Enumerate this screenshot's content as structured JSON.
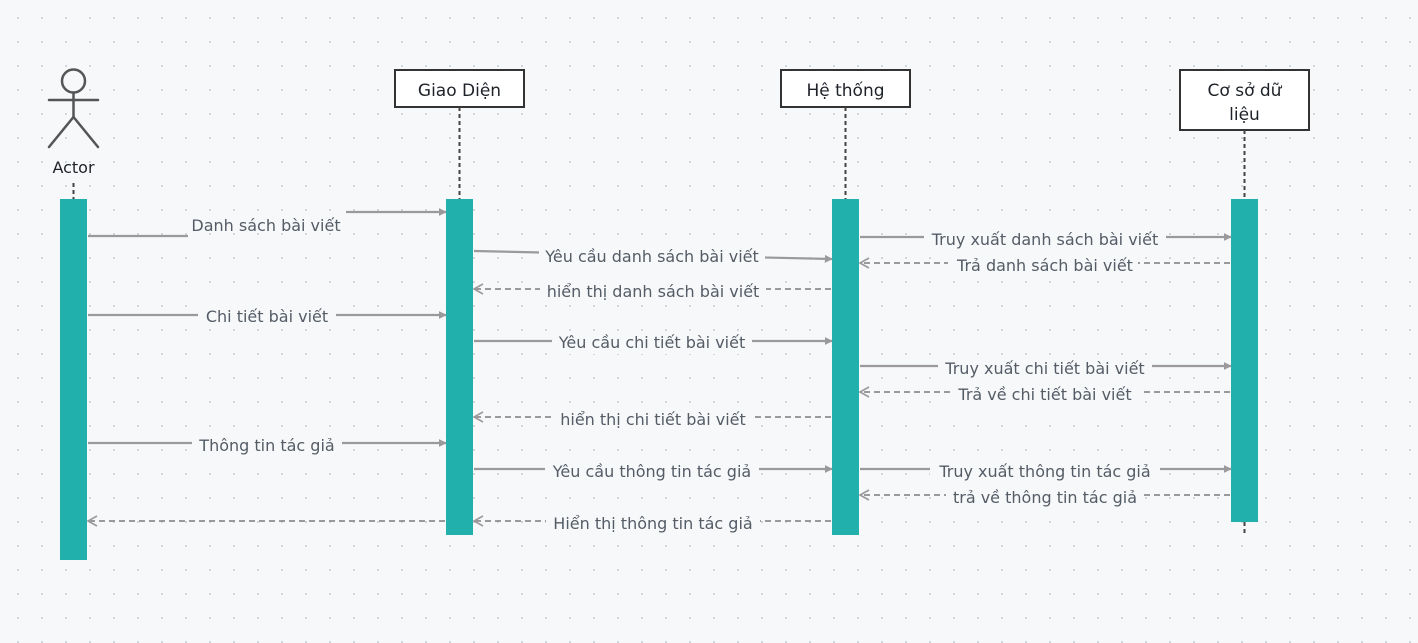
{
  "colors": {
    "activation": "#22b0ad",
    "arrow": "#9a9a9a",
    "lifeline": "#444444",
    "box_border": "#333333",
    "box_fill": "#ffffff",
    "label_text": "#545c66",
    "head_text": "#1e2228"
  },
  "actor": {
    "label": "Actor",
    "icon": "stick-figure-icon"
  },
  "participants": [
    {
      "id": "ui",
      "label_lines": [
        "Giao Diện"
      ]
    },
    {
      "id": "sys",
      "label_lines": [
        "Hệ thống"
      ]
    },
    {
      "id": "db",
      "label_lines": [
        "Cơ sở dữ",
        "liệu"
      ]
    }
  ],
  "messages": [
    {
      "from": "actor",
      "to": "ui",
      "label": "Danh sách bài viết",
      "style": "solid"
    },
    {
      "from": "ui",
      "to": "sys",
      "label": "Yêu cầu danh sách bài viết",
      "style": "solid"
    },
    {
      "from": "sys",
      "to": "db",
      "label": "Truy xuất danh sách bài viết",
      "style": "solid"
    },
    {
      "from": "db",
      "to": "sys",
      "label": "Trả danh sách bài viết",
      "style": "dashed"
    },
    {
      "from": "sys",
      "to": "ui",
      "label": "hiển thị danh sách bài viết",
      "style": "dashed"
    },
    {
      "from": "actor",
      "to": "ui",
      "label": "Chi tiết bài viết",
      "style": "solid"
    },
    {
      "from": "ui",
      "to": "sys",
      "label": "Yêu cầu chi tiết bài viết",
      "style": "solid"
    },
    {
      "from": "sys",
      "to": "db",
      "label": "Truy xuất chi tiết bài viết",
      "style": "solid"
    },
    {
      "from": "db",
      "to": "sys",
      "label": "Trả về chi tiết bài viết",
      "style": "dashed"
    },
    {
      "from": "sys",
      "to": "ui",
      "label": "hiển thị chi tiết bài viết",
      "style": "dashed"
    },
    {
      "from": "actor",
      "to": "ui",
      "label": "Thông tin tác giả",
      "style": "solid"
    },
    {
      "from": "ui",
      "to": "sys",
      "label": "Yêu cầu thông tin tác giả",
      "style": "solid"
    },
    {
      "from": "sys",
      "to": "db",
      "label": "Truy xuất thông tin tác giả",
      "style": "solid"
    },
    {
      "from": "db",
      "to": "sys",
      "label": "trả về thông tin tác giả",
      "style": "dashed"
    },
    {
      "from": "sys",
      "to": "ui",
      "label": "Hiển thị thông tin tác giả",
      "style": "dashed"
    },
    {
      "from": "ui",
      "to": "actor",
      "label": "",
      "style": "dashed"
    }
  ]
}
